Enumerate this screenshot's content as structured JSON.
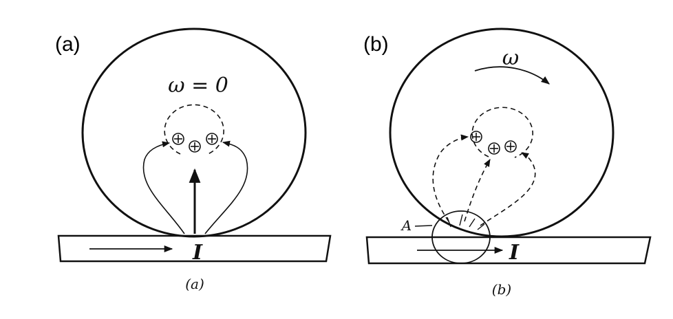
{
  "panels": [
    {
      "label": "(a)",
      "omega_text": "ω = 0",
      "current_label": "I",
      "caption": "(a)"
    },
    {
      "label": "(b)",
      "omega_text": "ω",
      "current_label": "I",
      "caption": "(b)",
      "region_label": "A"
    }
  ],
  "colors": {
    "ink": "#111111",
    "background": "#ffffff"
  }
}
